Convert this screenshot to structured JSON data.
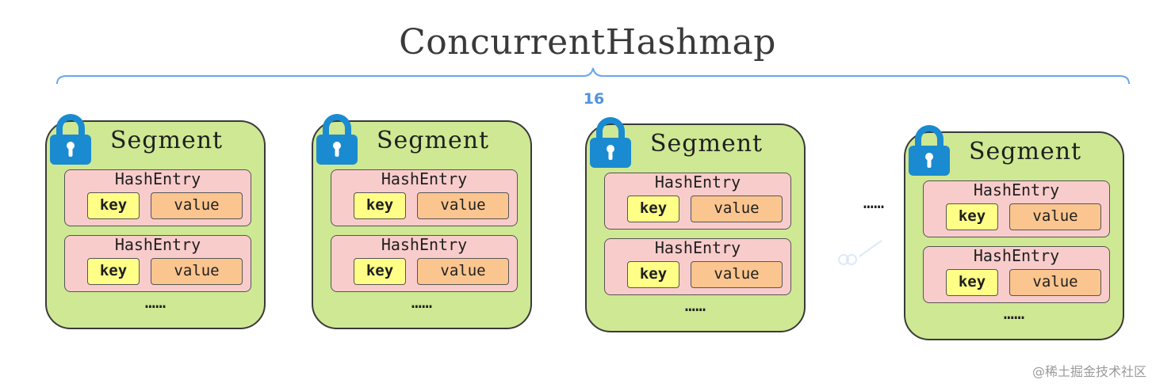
{
  "title": "ConcurrentHashmap",
  "count_label": "16",
  "colors": {
    "segment_fill": "#cfe893",
    "entry_fill": "#f9cccc",
    "key_fill": "#ffff88",
    "value_fill": "#fbc58f",
    "lock": "#1a8bd0",
    "brace": "#6aa7e8"
  },
  "segments": [
    {
      "label": "Segment",
      "icon": "lock-icon",
      "entries": [
        {
          "label": "HashEntry",
          "key": "key",
          "value": "value"
        },
        {
          "label": "HashEntry",
          "key": "key",
          "value": "value"
        }
      ],
      "more": "……"
    },
    {
      "label": "Segment",
      "icon": "lock-icon",
      "entries": [
        {
          "label": "HashEntry",
          "key": "key",
          "value": "value"
        },
        {
          "label": "HashEntry",
          "key": "key",
          "value": "value"
        }
      ],
      "more": "……"
    },
    {
      "label": "Segment",
      "icon": "lock-icon",
      "entries": [
        {
          "label": "HashEntry",
          "key": "key",
          "value": "value"
        },
        {
          "label": "HashEntry",
          "key": "key",
          "value": "value"
        }
      ],
      "more": "……"
    },
    {
      "label": "Segment",
      "icon": "lock-icon",
      "entries": [
        {
          "label": "HashEntry",
          "key": "key",
          "value": "value"
        },
        {
          "label": "HashEntry",
          "key": "key",
          "value": "value"
        }
      ],
      "more": "……"
    }
  ],
  "between_dots": "……",
  "watermark": "@稀土掘金技术社区"
}
